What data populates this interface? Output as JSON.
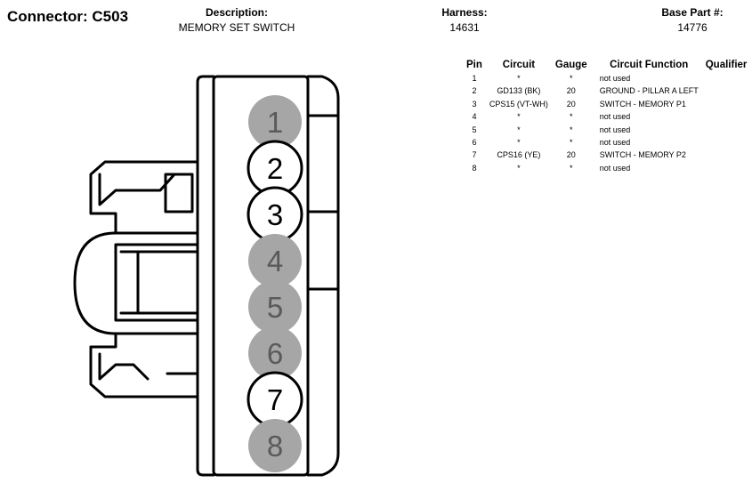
{
  "header": {
    "connector": "Connector: C503",
    "description_label": "Description:",
    "description_value": "MEMORY SET SWITCH",
    "harness_label": "Harness:",
    "harness_value": "14631",
    "base_part_label": "Base Part #:",
    "base_part_value": "14776"
  },
  "table": {
    "columns": [
      "Pin",
      "Circuit",
      "Gauge",
      "Circuit Function",
      "Qualifier"
    ],
    "rows": [
      {
        "pin": "1",
        "circuit": "*",
        "gauge": "*",
        "function": "not used",
        "qualifier": ""
      },
      {
        "pin": "2",
        "circuit": "GD133 (BK)",
        "gauge": "20",
        "function": "GROUND - PILLAR A LEFT",
        "qualifier": ""
      },
      {
        "pin": "3",
        "circuit": "CPS15 (VT-WH)",
        "gauge": "20",
        "function": "SWITCH - MEMORY P1",
        "qualifier": ""
      },
      {
        "pin": "4",
        "circuit": "*",
        "gauge": "*",
        "function": "not used",
        "qualifier": ""
      },
      {
        "pin": "5",
        "circuit": "*",
        "gauge": "*",
        "function": "not used",
        "qualifier": ""
      },
      {
        "pin": "6",
        "circuit": "*",
        "gauge": "*",
        "function": "not used",
        "qualifier": ""
      },
      {
        "pin": "7",
        "circuit": "CPS16 (YE)",
        "gauge": "20",
        "function": "SWITCH - MEMORY P2",
        "qualifier": ""
      },
      {
        "pin": "8",
        "circuit": "*",
        "gauge": "*",
        "function": "not used",
        "qualifier": ""
      }
    ]
  },
  "diagram": {
    "pins": [
      {
        "label": "1",
        "used": false
      },
      {
        "label": "2",
        "used": true
      },
      {
        "label": "3",
        "used": true
      },
      {
        "label": "4",
        "used": false
      },
      {
        "label": "5",
        "used": false
      },
      {
        "label": "6",
        "used": false
      },
      {
        "label": "7",
        "used": true
      },
      {
        "label": "8",
        "used": false
      }
    ],
    "colors": {
      "unused_fill": "#A6A6A6",
      "used_fill": "#FFFFFF",
      "stroke": "#000000"
    }
  }
}
